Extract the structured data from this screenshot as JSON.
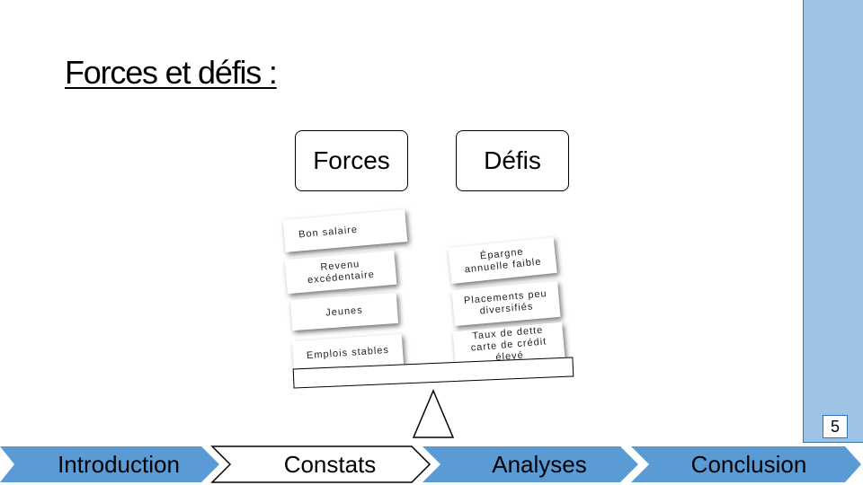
{
  "slide": {
    "title": "Forces et défis :",
    "page_number": "5"
  },
  "headers": {
    "forces": "Forces",
    "defis": "Défis"
  },
  "forces_items": [
    "Bon salaire",
    "Revenu excédentaire",
    "Jeunes",
    "Emplois stables"
  ],
  "defis_items": [
    "Épargne annuelle faible",
    "Placements peu diversifiés",
    "Taux de dette carte de crédit élevé"
  ],
  "nav": {
    "steps": [
      "Introduction",
      "Constats",
      "Analyses",
      "Conclusion"
    ],
    "active_step": "Constats"
  },
  "colors": {
    "accent": "#5b9bd5",
    "accent_dark": "#2e75b6",
    "sidebar": "#9dc3e6"
  }
}
